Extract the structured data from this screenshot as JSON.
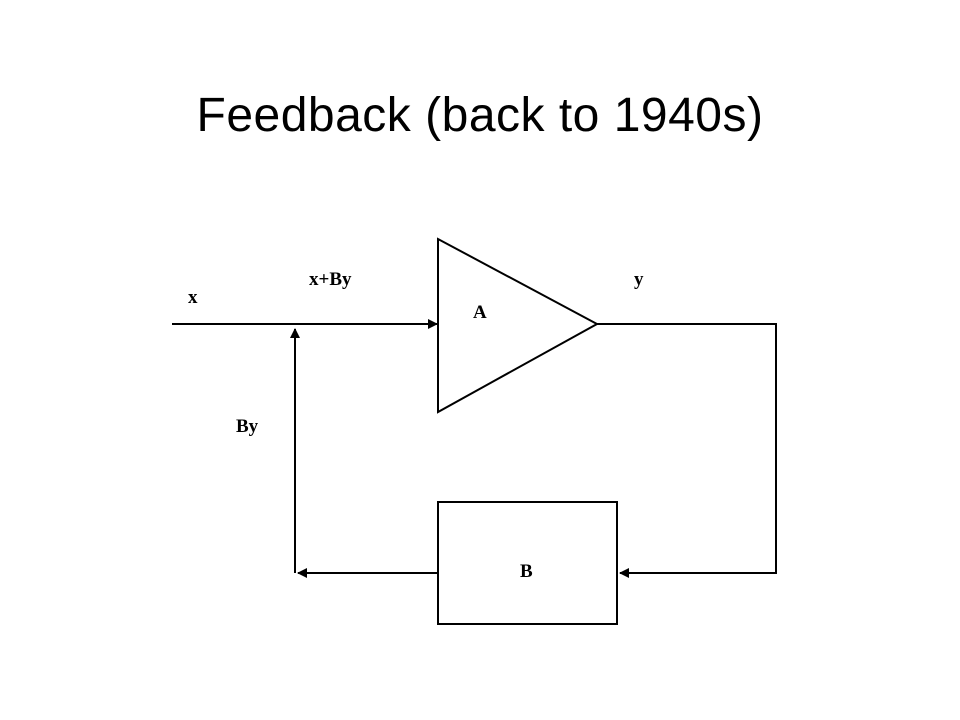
{
  "slide": {
    "title": "Feedback (back to 1940s)"
  },
  "diagram": {
    "signals": {
      "input": "x",
      "summed": "x+By",
      "output": "y",
      "feedback": "By"
    },
    "blocks": {
      "amplifier": "A",
      "feedback": "B"
    }
  }
}
